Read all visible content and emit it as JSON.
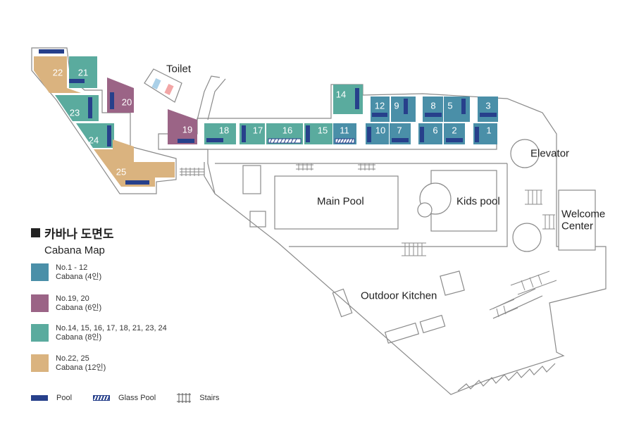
{
  "labels": {
    "toilet": "Toilet",
    "main_pool": "Main Pool",
    "kids_pool": "Kids pool",
    "elevator": "Elevator",
    "welcome_center_1": "Welcome",
    "welcome_center_2": "Center",
    "outdoor_kitchen": "Outdoor Kitchen"
  },
  "cabanas": {
    "c1": "1",
    "c2": "2",
    "c3": "3",
    "c5": "5",
    "c6": "6",
    "c7": "7",
    "c8": "8",
    "c9": "9",
    "c10": "10",
    "c11": "11",
    "c12": "12",
    "c14": "14",
    "c15": "15",
    "c16": "16",
    "c17": "17",
    "c18": "18",
    "c19": "19",
    "c20": "20",
    "c21": "21",
    "c22": "22",
    "c23": "23",
    "c24": "24",
    "c25": "25"
  },
  "colors": {
    "cabana_4": "#4a8fa8",
    "cabana_6": "#9b6486",
    "cabana_8": "#5aab9e",
    "cabana_12": "#dab37f",
    "pool": "#27408b",
    "outline": "#8a8a8a"
  },
  "legend": {
    "title": "카바나 도면도",
    "subtitle": "Cabana Map",
    "items": [
      {
        "line1": "No.1 - 12",
        "line2": "Cabana (4인)"
      },
      {
        "line1": "No.19, 20",
        "line2": "Cabana (6인)"
      },
      {
        "line1": "No.14, 15, 16, 17, 18, 21, 23, 24",
        "line2": "Cabana (8인)"
      },
      {
        "line1": "No.22, 25",
        "line2": "Cabana (12인)"
      }
    ],
    "pool": "Pool",
    "glass_pool": "Glass Pool",
    "stairs": "Stairs"
  }
}
